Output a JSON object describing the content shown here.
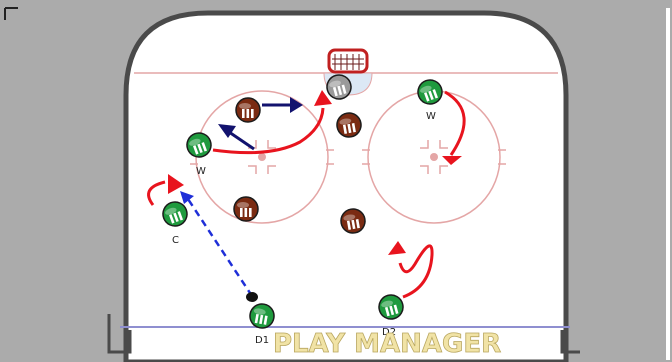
{
  "app": {
    "watermark": "PLAY MANAGER"
  },
  "colors": {
    "background": "#ababab",
    "ice": "#ffffff",
    "boards": "#4a4a4a",
    "rink_lines": "#e4a6a6",
    "blue_line": "#8f8fd0",
    "own_team": "#1f9a3e",
    "opponent": "#7a2b12",
    "goalie": "#9a9a9a",
    "pass": "#1f2fd8",
    "skate": "#e8141e",
    "move_arrow": "#12126e"
  },
  "players": [
    {
      "id": "W-left",
      "team": "own",
      "label": "W"
    },
    {
      "id": "W-right",
      "team": "own",
      "label": "W"
    },
    {
      "id": "C",
      "team": "own",
      "label": "C"
    },
    {
      "id": "D1",
      "team": "own",
      "label": "D1"
    },
    {
      "id": "D2",
      "team": "own",
      "label": "D2"
    },
    {
      "id": "opp-1",
      "team": "opponent",
      "label": ""
    },
    {
      "id": "opp-2",
      "team": "opponent",
      "label": ""
    },
    {
      "id": "opp-3",
      "team": "opponent",
      "label": ""
    },
    {
      "id": "opp-4",
      "team": "opponent",
      "label": ""
    },
    {
      "id": "goalie",
      "team": "goalie",
      "label": ""
    }
  ],
  "icons": [
    "goal-net-icon",
    "puck-icon"
  ]
}
